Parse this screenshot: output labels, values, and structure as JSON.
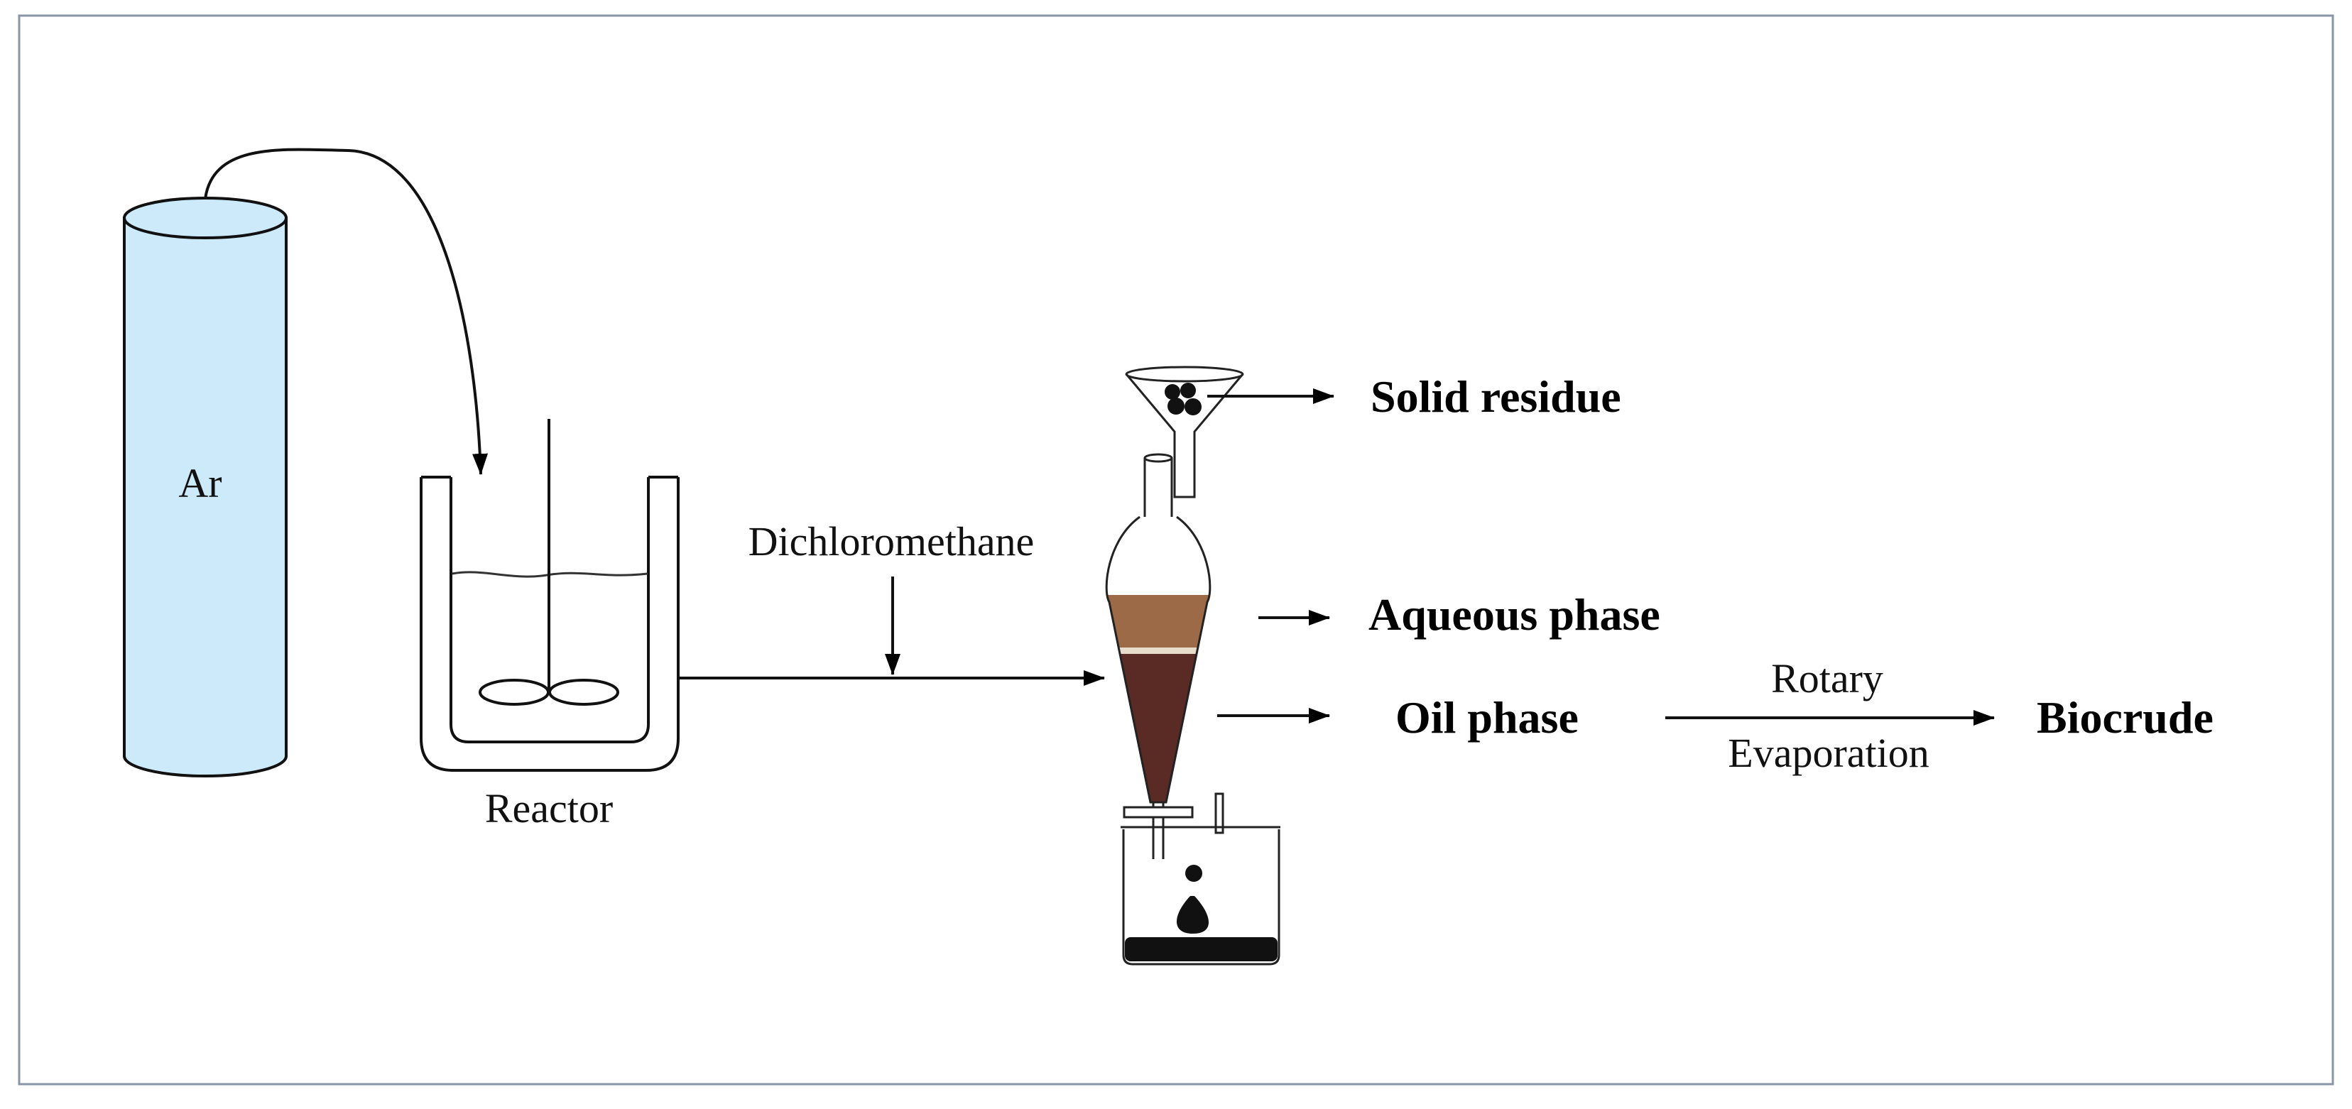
{
  "cylinder": {
    "label": "Ar",
    "fill": "#cdeafb"
  },
  "reactor": {
    "label": "Reactor"
  },
  "solvent": {
    "label": "Dichloromethane"
  },
  "products": {
    "solid": "Solid residue",
    "aqueous": "Aqueous phase",
    "oil": "Oil phase",
    "final": "Biocrude"
  },
  "process": {
    "top": "Rotary",
    "bottom": "Evaporation"
  },
  "colors": {
    "aqueous": "#9c6a46",
    "oil": "#5a2a25",
    "border": "#8a95a8"
  }
}
